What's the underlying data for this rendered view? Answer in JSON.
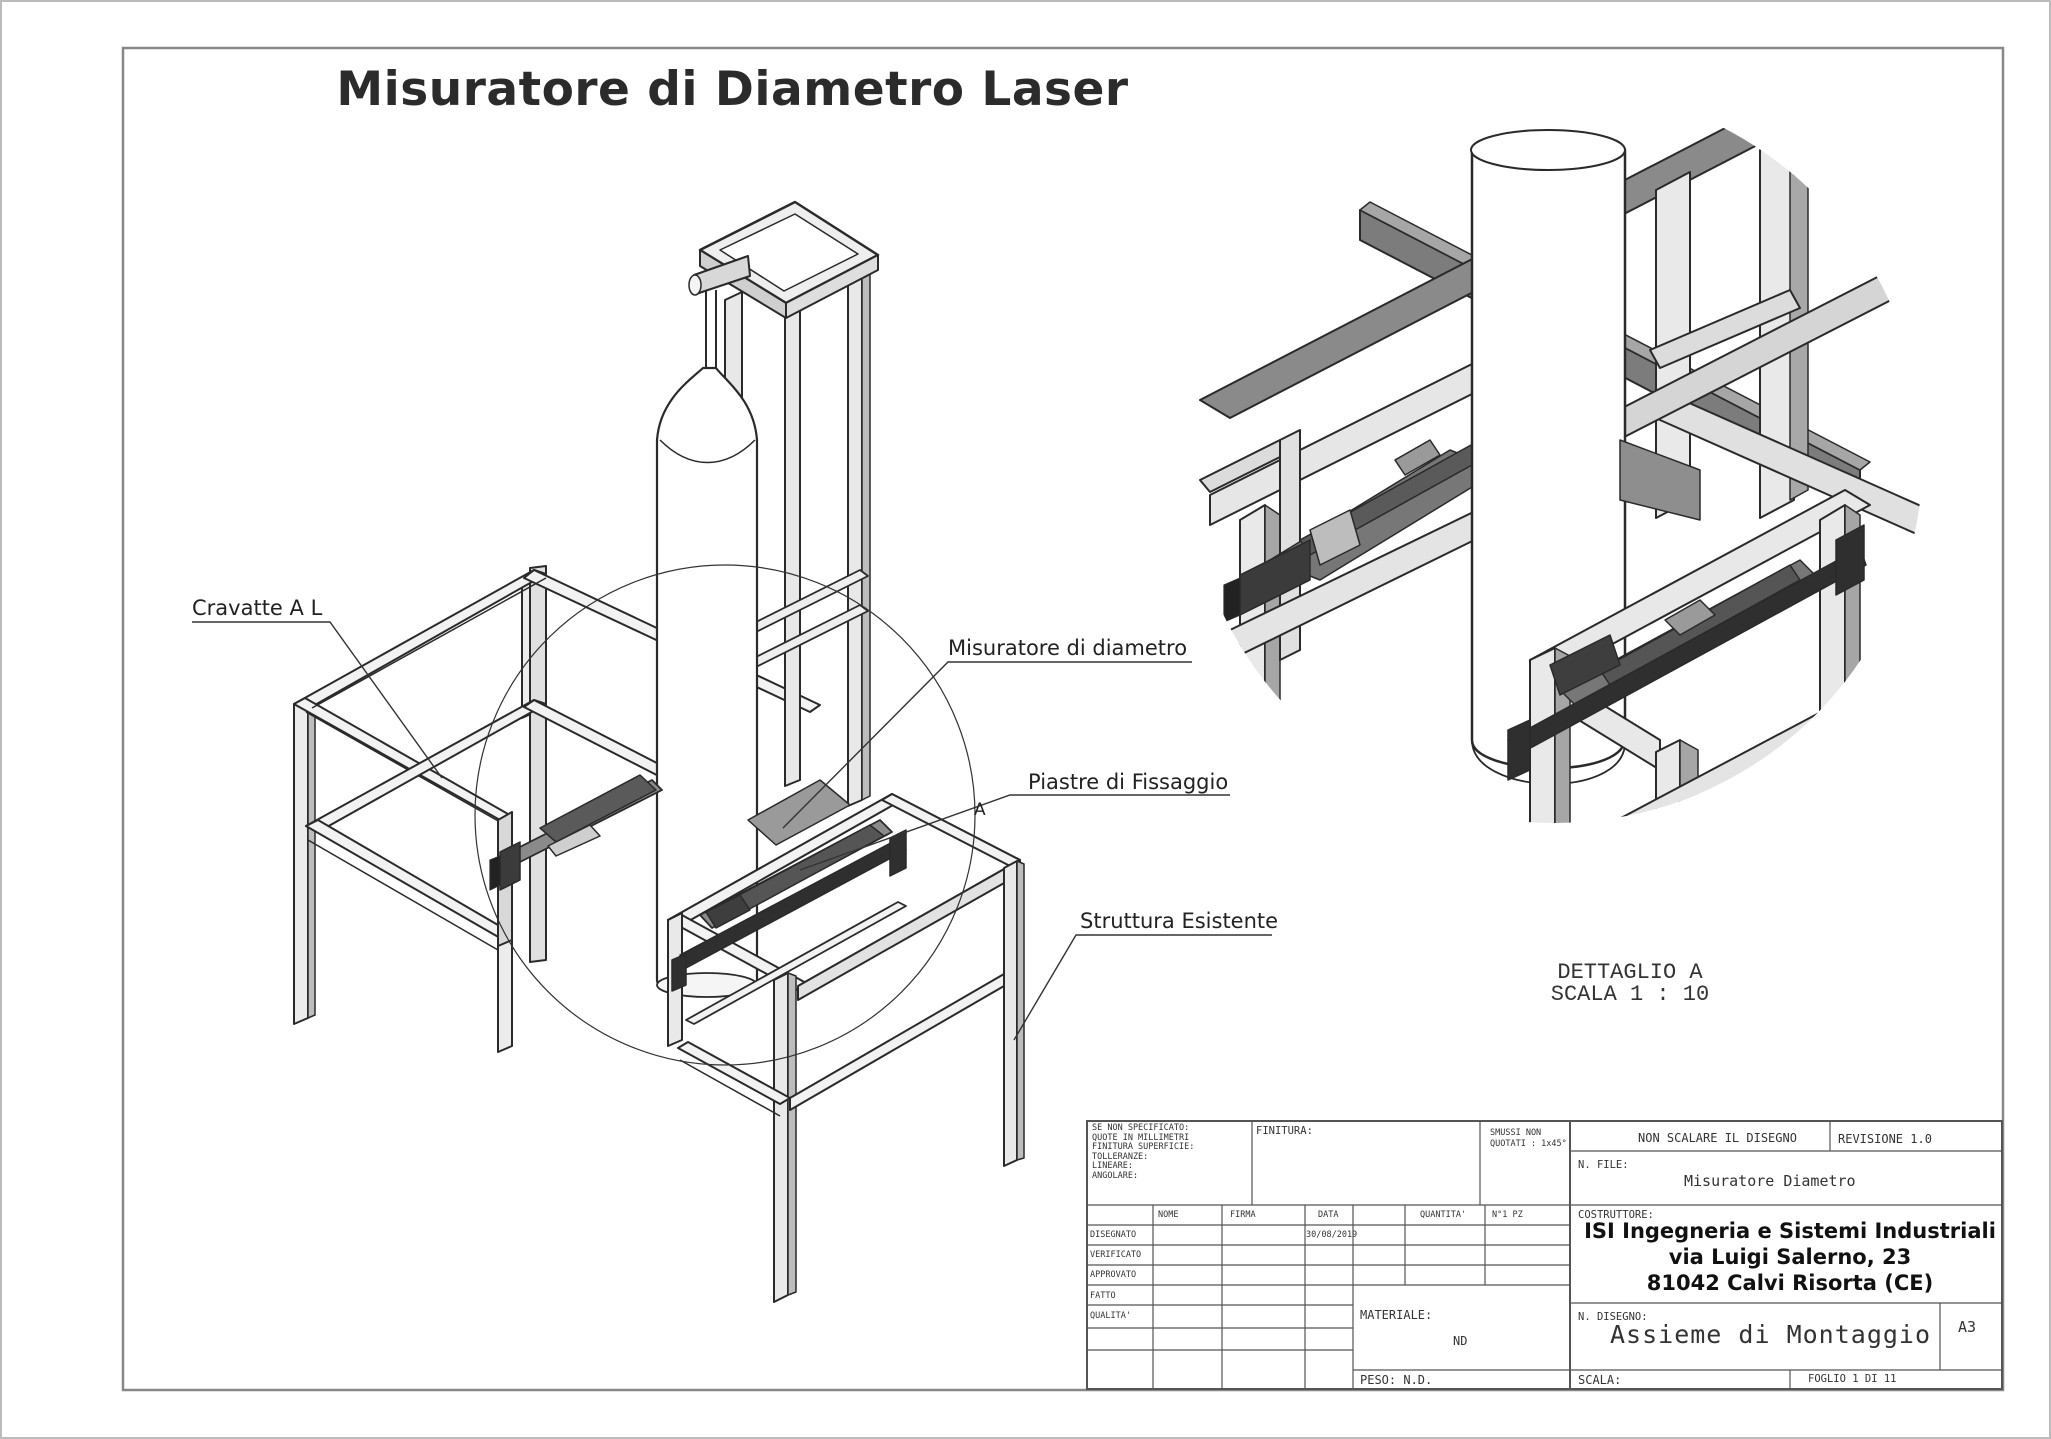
{
  "sheet": {
    "title": "Misuratore di Diametro Laser"
  },
  "callouts": {
    "cravatte": "Cravatte A L",
    "misuratore": "Misuratore di diametro",
    "piastre": "Piastre di Fissaggio",
    "struttura": "Struttura Esistente",
    "detail_marker": "A"
  },
  "detail": {
    "caption_line1": "DETTAGLIO A",
    "caption_line2": "SCALA 1 : 10"
  },
  "title_block": {
    "spec_lines": [
      "SE NON SPECIFICATO:",
      "QUOTE IN MILLIMETRI",
      "FINITURA SUPERFICIE:",
      "TOLLERANZE:",
      "LINEARE:",
      "ANGOLARE:"
    ],
    "finitura": "FINITURA:",
    "smussi_line1": "SMUSSI NON",
    "smussi_line2": "QUOTATI : 1x45°",
    "non_scalare": "NON SCALARE IL DISEGNO",
    "revisione": "REVISIONE  1.0",
    "n_file_label": "N. FILE:",
    "n_file_value": "Misuratore Diametro",
    "costruttore_label": "COSTRUTTORE:",
    "company_line1": "ISI Ingegneria e Sistemi Industriali",
    "company_line2": "via Luigi Salerno, 23",
    "company_line3": "81042 Calvi Risorta (CE)",
    "col_nome": "NOME",
    "col_firma": "FIRMA",
    "col_data": "DATA",
    "col_quantita": "QUANTITA'",
    "col_npz": "N°1 PZ",
    "row_disegnato": "DISEGNATO",
    "row_disegnato_data": "30/08/2019",
    "row_verificato": "VERIFICATO",
    "row_approvato": "APPROVATO",
    "row_fatto": "FATTO",
    "row_qualita": "QUALITA'",
    "materiale_label": "MATERIALE:",
    "materiale_value": "ND",
    "n_disegno_label": "N. DISEGNO:",
    "n_disegno_value": "Assieme di Montaggio",
    "formato": "A3",
    "peso": "PESO: N.D.",
    "scala": "SCALA:",
    "foglio": "FOGLIO 1  DI 11"
  }
}
